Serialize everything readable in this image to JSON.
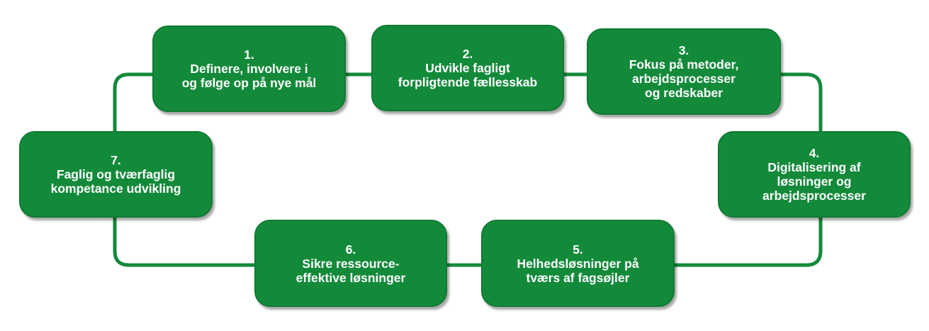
{
  "colors": {
    "box_fill": "#138a3a",
    "connector": "#138a3a",
    "text": "#ffffff"
  },
  "steps": [
    {
      "text": "1.\nDefinere, involvere i\nog følge op på nye mål"
    },
    {
      "text": "2.\nUdvikle fagligt\nforpligtende fællesskab"
    },
    {
      "text": "3.\nFokus på metoder,\narbejdsprocesser\nog redskaber"
    },
    {
      "text": "4.\nDigitalisering af\nløsninger og\narbejdsprocesser"
    },
    {
      "text": "5.\nHelhedsløsninger på\ntværs af fagsøjler"
    },
    {
      "text": "6.\nSikre ressource-\neffektive løsninger"
    },
    {
      "text": "7.\nFaglig og tværfaglig\nkompetance udvikling"
    }
  ]
}
